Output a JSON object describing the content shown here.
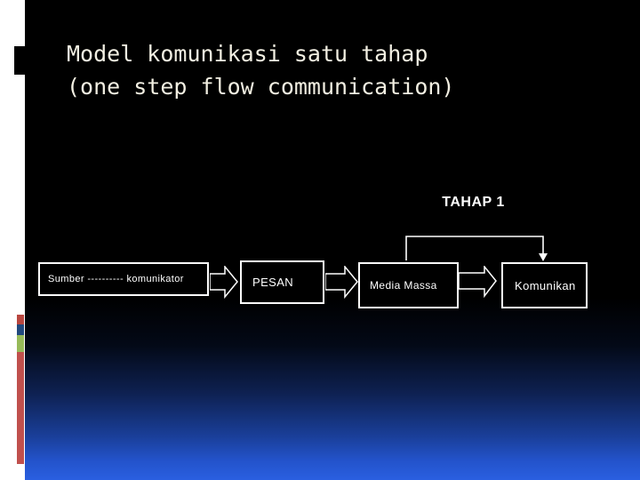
{
  "slide": {
    "title_line1": "Model komunikasi satu tahap",
    "title_line2": "(one step flow communication)",
    "stage_label": "TAHAP 1",
    "flow_boxes": [
      {
        "label": "Sumber ---------- komunikator"
      },
      {
        "label": "PESAN"
      },
      {
        "label": "Media Massa"
      },
      {
        "label": "Komunikan"
      }
    ]
  },
  "colors": {
    "title_text": "#f2efe2",
    "box_text": "#ffffff",
    "box_border": "#ffffff",
    "box_fill": "#000000",
    "slide_bg_top": "#000000",
    "slide_bg_bottom": "#2a5fe0",
    "left_strip": "#ffffff",
    "bullet_marker": "#000000",
    "accent_red": "#b8463f",
    "accent_navy": "#21497e",
    "accent_green": "#97ba59",
    "accent_bar_red": "#c0504d"
  }
}
